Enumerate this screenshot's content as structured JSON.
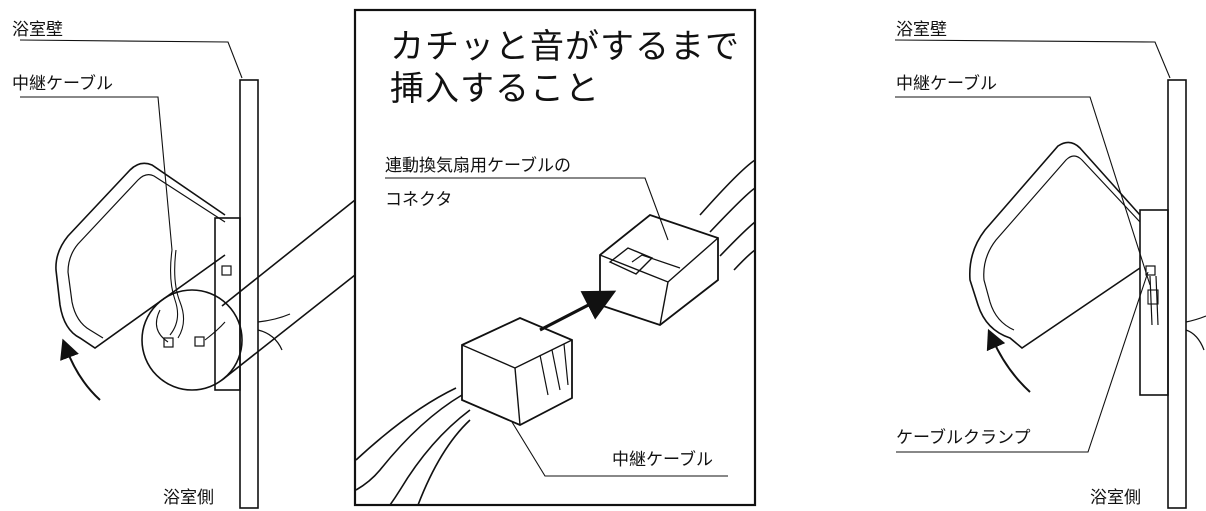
{
  "left_figure": {
    "wall_label": "浴室壁",
    "cable_label": "中継ケーブル",
    "side_label": "浴室側"
  },
  "center_figure": {
    "instruction_line1": "カチッと音がするまで",
    "instruction_line2": "挿入すること",
    "connector_label_line1": "連動換気扇用ケーブルの",
    "connector_label_line2": "コネクタ",
    "relay_cable_label": "中継ケーブル"
  },
  "right_figure": {
    "wall_label": "浴室壁",
    "cable_label": "中継ケーブル",
    "clamp_label": "ケーブルクランプ",
    "side_label": "浴室側"
  }
}
